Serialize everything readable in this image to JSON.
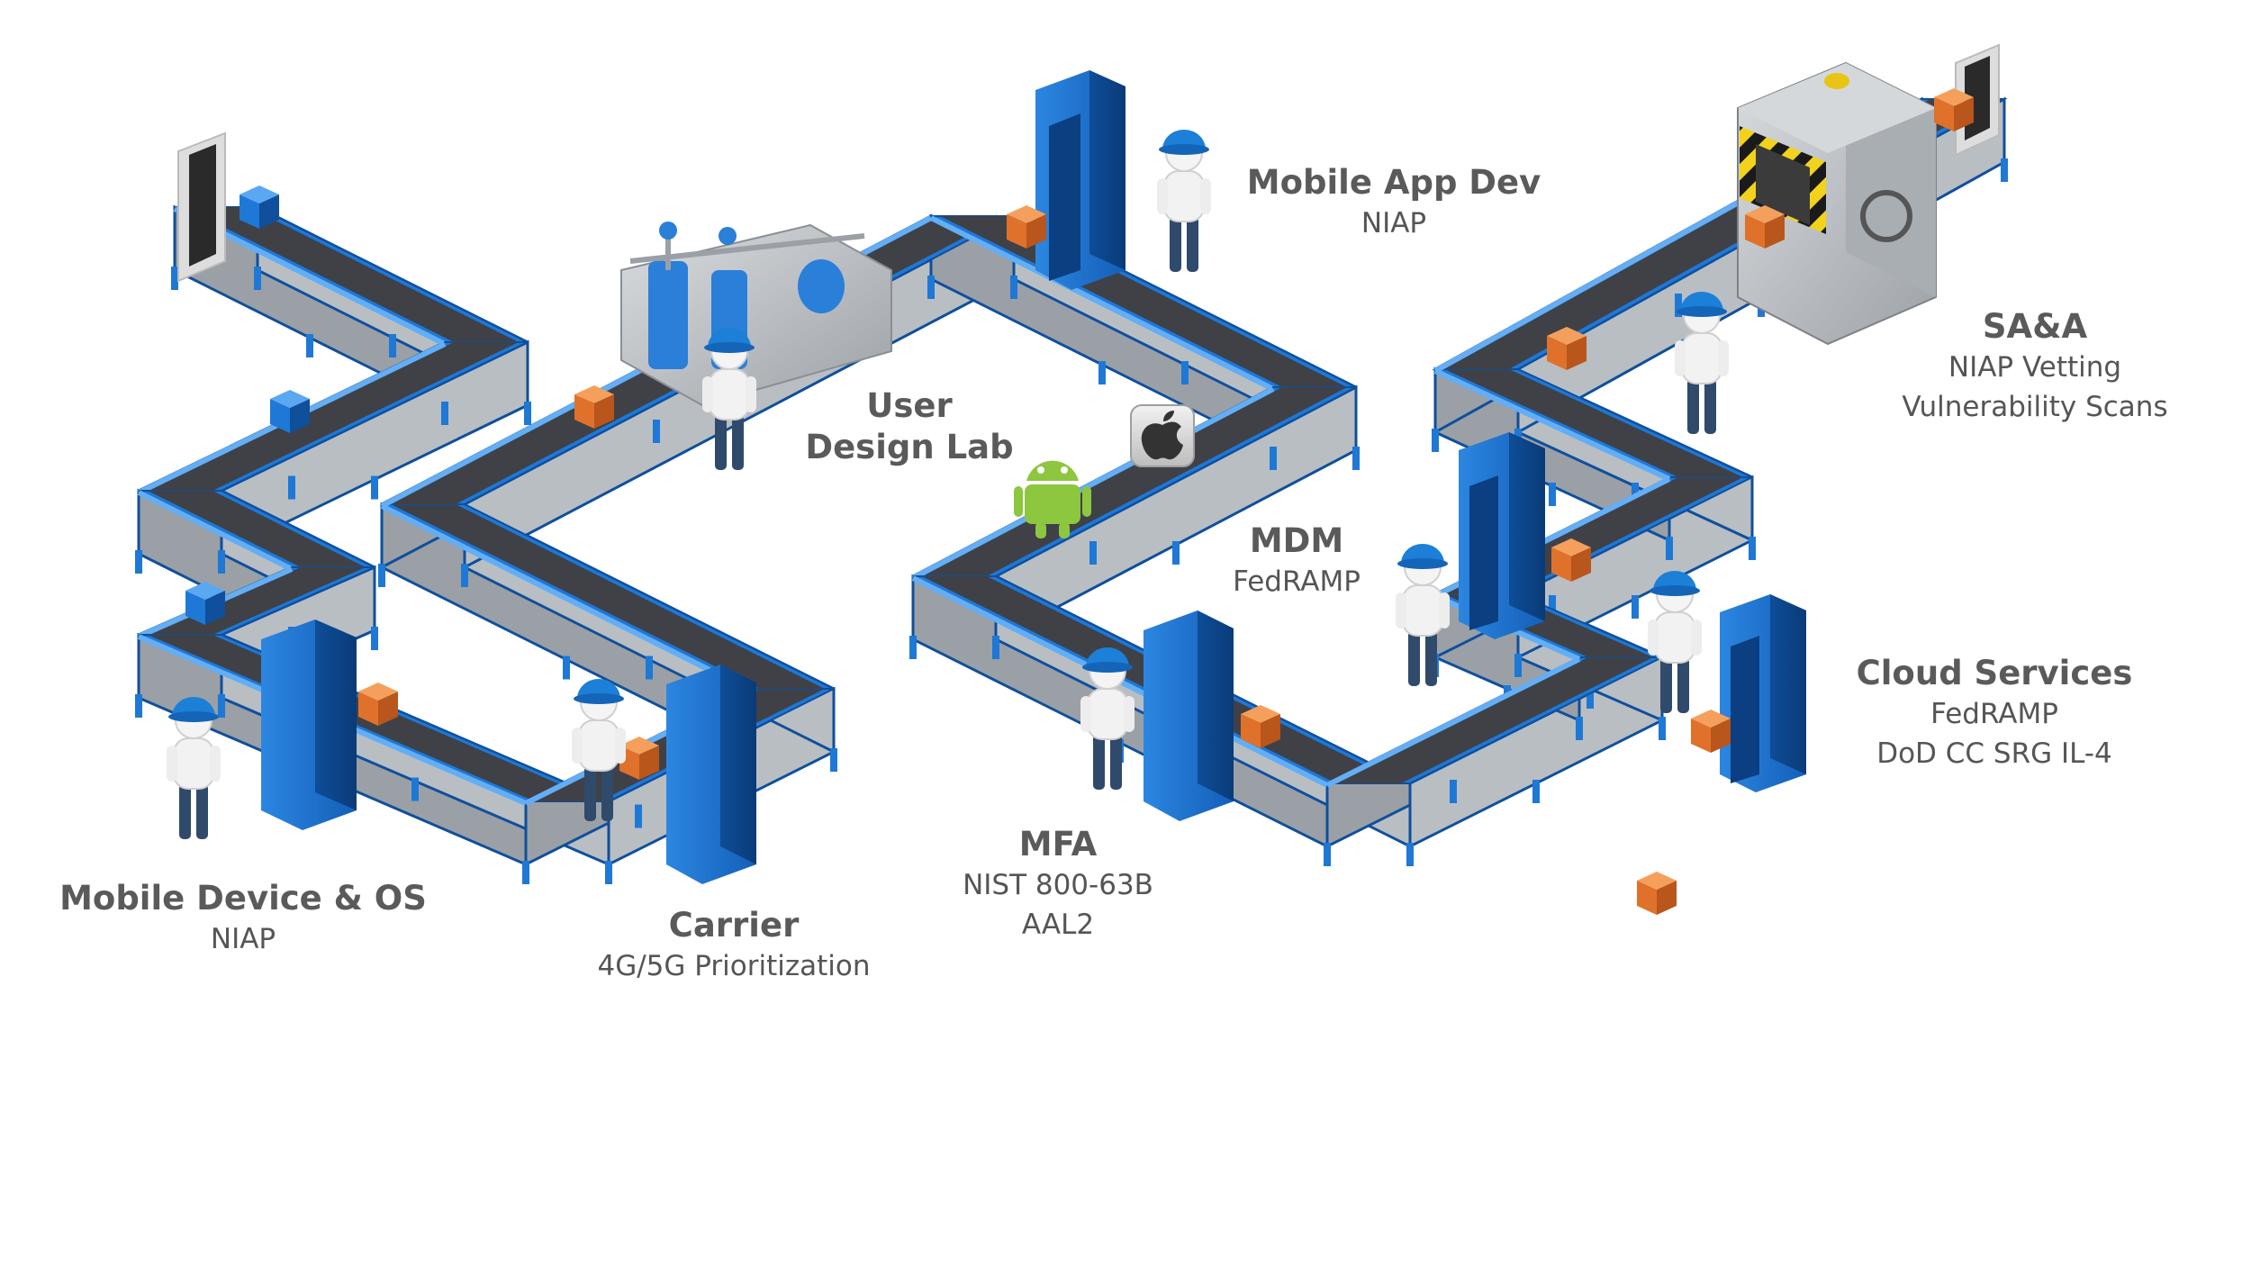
{
  "stations": [
    {
      "title": "Mobile Device & OS",
      "lines": [
        "NIAP"
      ]
    },
    {
      "title": "Carrier",
      "lines": [
        "4G/5G Prioritization"
      ]
    },
    {
      "title": "User",
      "lines": []
    },
    {
      "title": "Design Lab",
      "lines": []
    },
    {
      "title": "Mobile App Dev",
      "lines": [
        "NIAP"
      ]
    },
    {
      "title": "MDM",
      "lines": [
        "FedRAMP"
      ]
    },
    {
      "title": "MFA",
      "lines": [
        "NIST 800-63B",
        "AAL2"
      ]
    },
    {
      "title": "Cloud Services",
      "lines": [
        "FedRAMP",
        "DoD CC SRG IL-4"
      ]
    },
    {
      "title": "SA&A",
      "lines": [
        "NIAP Vetting",
        "Vulnerability Scans"
      ]
    }
  ],
  "icons": {
    "android": "android-logo-icon",
    "apple": "apple-logo-icon"
  },
  "colors": {
    "frame_blue": "#1e78d6",
    "frame_blue_dark": "#0f4f9c",
    "belt": "#3f4147",
    "panel_gray": "#9aa0a6",
    "box_orange": "#e0712a",
    "hardhat_blue": "#1c7fd8",
    "hazard_yellow": "#f2d21a",
    "android_green": "#8dc63f"
  }
}
